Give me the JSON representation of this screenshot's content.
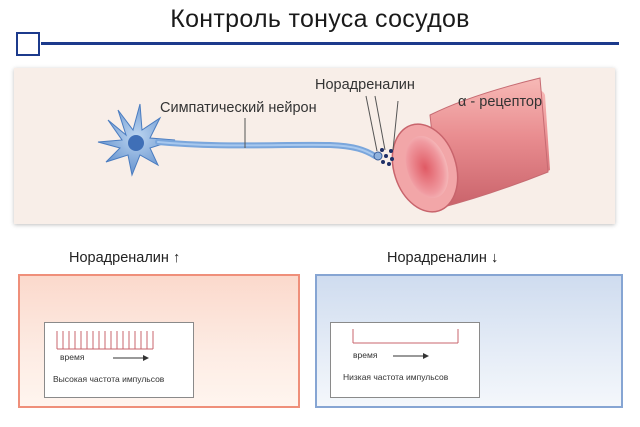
{
  "header": {
    "title": "Контроль тонуса сосудов"
  },
  "main_diagram": {
    "neuron_label": "Симпатический нейрон",
    "noradrenaline_label": "Норадреналин",
    "receptor_label": "α - рецептор"
  },
  "left_panel": {
    "heading": "Норадреналин",
    "arrow": "↑",
    "time_label": "время",
    "caption": "Высокая частота импульсов"
  },
  "right_panel": {
    "heading": "Норадреналин",
    "arrow": "↓",
    "time_label": "время",
    "caption": "Низкая частота импульсов"
  },
  "colors": {
    "accent_blue": "#1c3a8c",
    "neuron_blue": "#6f9fd8",
    "vessel_red": "#e8848a",
    "high_border": "#ef8f7a",
    "low_border": "#86a5d3"
  }
}
